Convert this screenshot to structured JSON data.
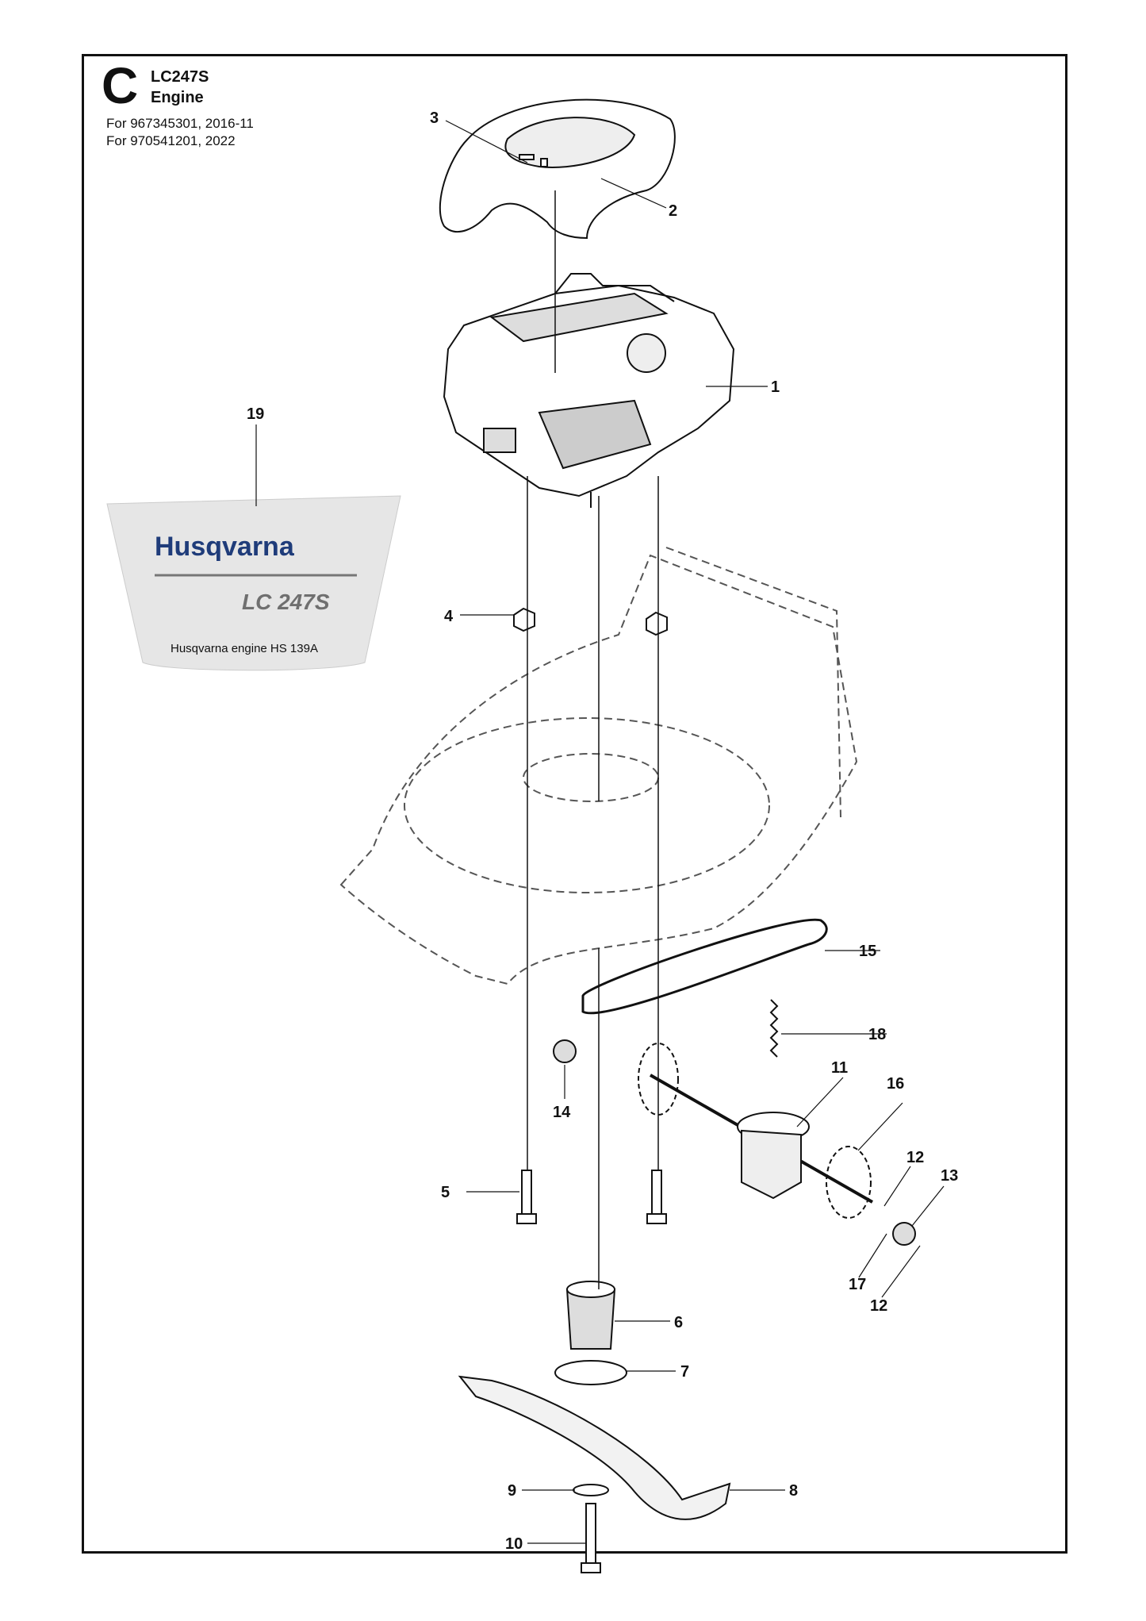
{
  "header": {
    "section_letter": "C",
    "model": "LC247S",
    "subtitle": "Engine",
    "applicability": [
      "For 967345301, 2016-11",
      "For 970541201, 2022"
    ]
  },
  "decal": {
    "brand": "Husqvarna",
    "model": "LC 247S",
    "engine": "Husqvarna engine HS 139A",
    "brand_color": "#1f3c7a"
  },
  "callouts": [
    "1",
    "2",
    "3",
    "4",
    "5",
    "6",
    "7",
    "8",
    "9",
    "10",
    "11",
    "12",
    "12",
    "13",
    "14",
    "15",
    "16",
    "17",
    "18",
    "19"
  ]
}
